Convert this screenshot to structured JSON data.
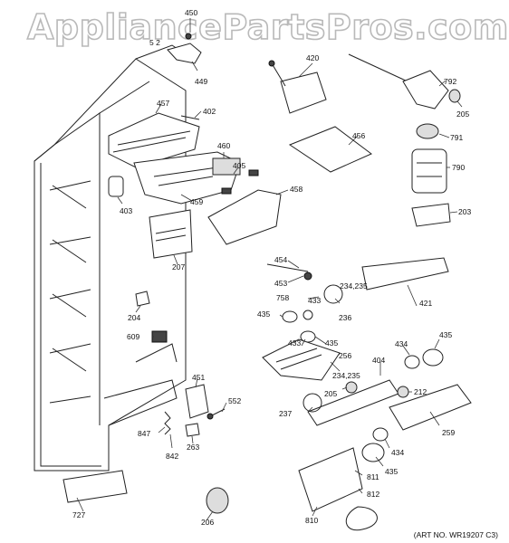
{
  "watermark": "AppliancePartsPros.com",
  "art_note": "(ART NO. WR19207 C3)",
  "labels": {
    "p450": "450",
    "p449": "449",
    "p52": "5 2",
    "p457": "457",
    "p402": "402",
    "p403": "403",
    "p460": "460",
    "p459": "459",
    "p405": "405",
    "p458": "458",
    "p207": "207",
    "p204": "204",
    "p609": "609",
    "p451": "451",
    "p552": "552",
    "p847": "847",
    "p842": "842",
    "p263": "263",
    "p727": "727",
    "p206": "206",
    "p420": "420",
    "p456": "456",
    "p792": "792",
    "p205a": "205",
    "p791": "791",
    "p790": "790",
    "p203": "203",
    "p454": "454",
    "p453": "453",
    "p758": "758",
    "p234a": "234,235",
    "p433a": "433",
    "p236": "236",
    "p435a": "435",
    "p433b": "433",
    "p435b": "435",
    "p421": "421",
    "p256": "256",
    "p434a": "434",
    "p435c": "435",
    "p404": "404",
    "p234b": "234,235",
    "p205b": "205",
    "p212": "212",
    "p237": "237",
    "p259": "259",
    "p434b": "434",
    "p435d": "435",
    "p811": "811",
    "p812": "812",
    "p810": "810"
  }
}
